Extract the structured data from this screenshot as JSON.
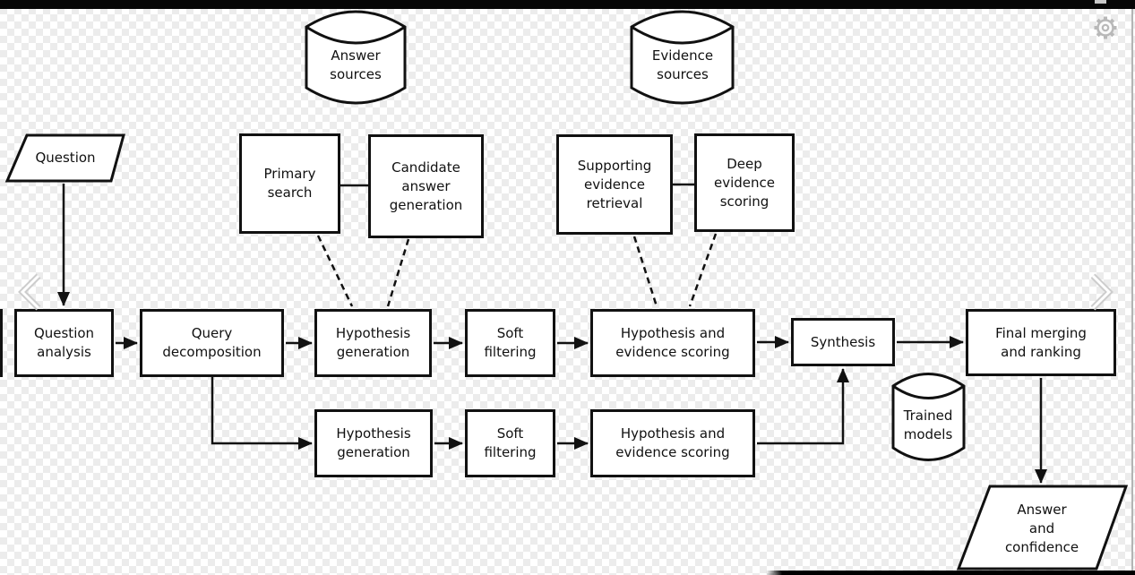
{
  "colors": {
    "diagram_line": "#111111",
    "node_fill": "#ffffff",
    "checker_gray": "#ececec",
    "chrome_gray": "#c0c0c0",
    "top_bar": "#060606"
  },
  "chrome": {
    "prev_chevron_icon": "previous",
    "next_chevron_icon": "next",
    "gear_icon": "settings"
  },
  "nodes": {
    "answer_sources": "Answer\nsources",
    "evidence_sources": "Evidence\nsources",
    "question": "Question",
    "primary_search": "Primary\nsearch",
    "candidate_answer_generation": "Candidate\nanswer\ngeneration",
    "supporting_evidence_retrieval": "Supporting\nevidence\nretrieval",
    "deep_evidence_scoring": "Deep\nevidence\nscoring",
    "question_analysis": "Question\nanalysis",
    "query_decomposition": "Query\ndecomposition",
    "hypothesis_generation_top": "Hypothesis\ngeneration",
    "soft_filtering_top": "Soft\nfiltering",
    "hypothesis_evidence_scoring_top": "Hypothesis and\nevidence scoring",
    "synthesis": "Synthesis",
    "final_merging_ranking": "Final merging\nand ranking",
    "hypothesis_generation_bottom": "Hypothesis\ngeneration",
    "soft_filtering_bottom": "Soft\nfiltering",
    "hypothesis_evidence_scoring_bottom": "Hypothesis and\nevidence scoring",
    "trained_models": "Trained\nmodels",
    "answer_confidence": "Answer\nand\nconfidence"
  }
}
